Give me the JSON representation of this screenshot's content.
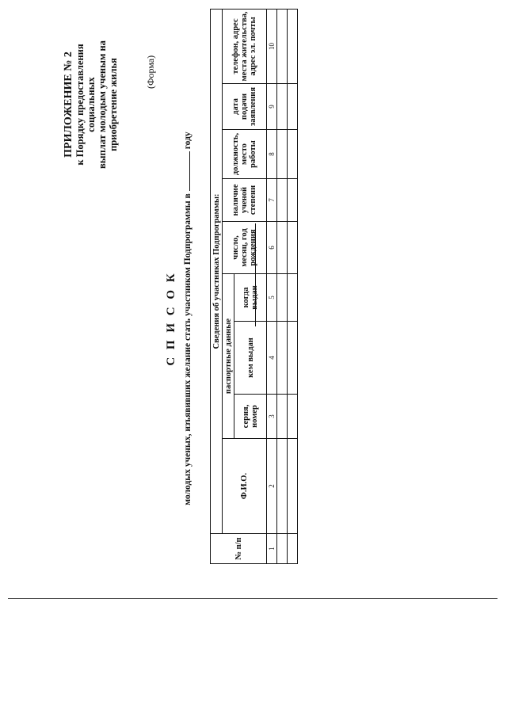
{
  "appendix": {
    "heading": "ПРИЛОЖЕНИЕ № 2",
    "lines": [
      "к Порядку предоставления социальных",
      "выплат молодым ученым на",
      "приобретение жилья"
    ]
  },
  "form_note": "(Форма)",
  "title": "С П И С О К",
  "subtitle": {
    "before": "молодых ученых, изъявивших желание стать участником Подпрограммы в",
    "after": "году"
  },
  "table": {
    "col_num": "№ п/п",
    "col_fio": "Ф.И.О.",
    "group_info": "Сведения об участниках Подпрограммы:",
    "group_passport": "паспортные данные",
    "cols": [
      "серия, номер",
      "кем выдан",
      "когда выдан",
      "число, месяц, год рождения",
      "наличие ученой степени",
      "должность, место работы",
      "дата подачи заявления",
      "телефон, адрес места жительства, адрес эл. почты"
    ],
    "numbers": [
      "1",
      "2",
      "3",
      "4",
      "5",
      "6",
      "7",
      "8",
      "9",
      "10"
    ]
  }
}
